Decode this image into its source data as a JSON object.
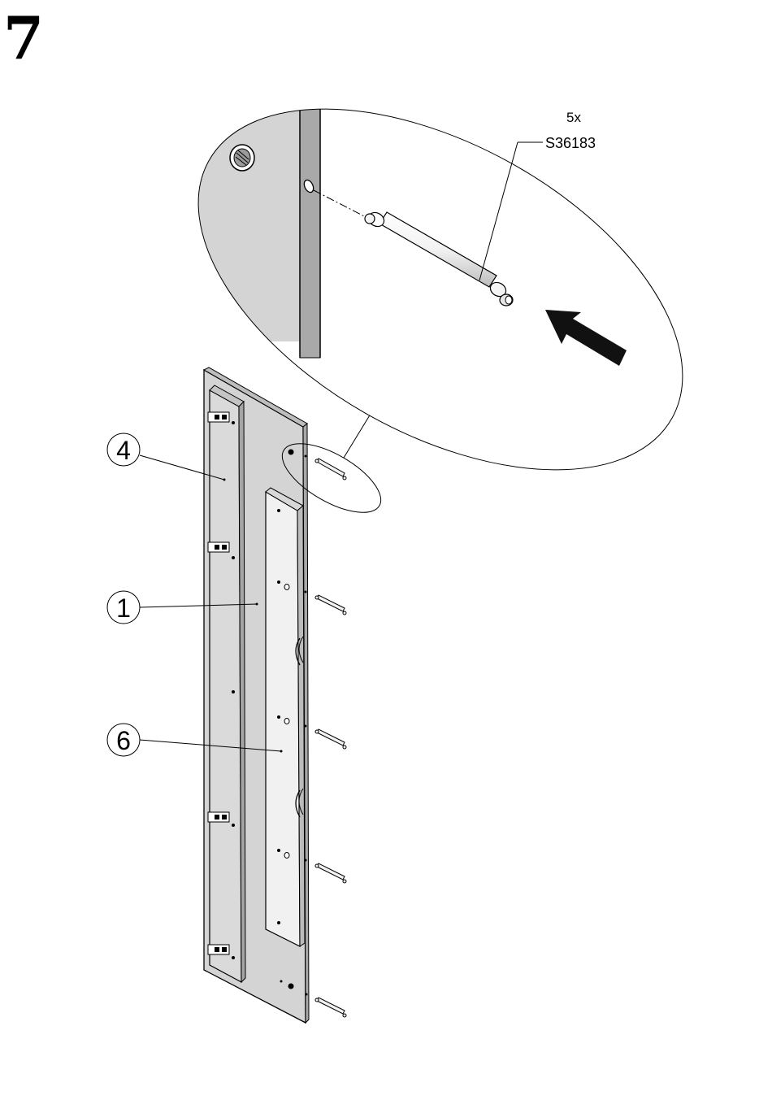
{
  "step": {
    "number": "7"
  },
  "part": {
    "quantity": "5x",
    "code": "S36183"
  },
  "callouts": [
    {
      "id": "callout-4",
      "label": "4"
    },
    {
      "id": "callout-1",
      "label": "1"
    },
    {
      "id": "callout-6",
      "label": "6"
    }
  ],
  "colors": {
    "panel": "#d4d4d4",
    "light_panel": "#f0f0f0",
    "dark_edge": "#a8a8a8",
    "zoom_fill": "#dcdcdc",
    "line": "#000000",
    "arrow": "#111111"
  },
  "icons": [
    "dowel-icon",
    "push-arrow-icon",
    "cam-lock-icon",
    "hinge-icon"
  ]
}
